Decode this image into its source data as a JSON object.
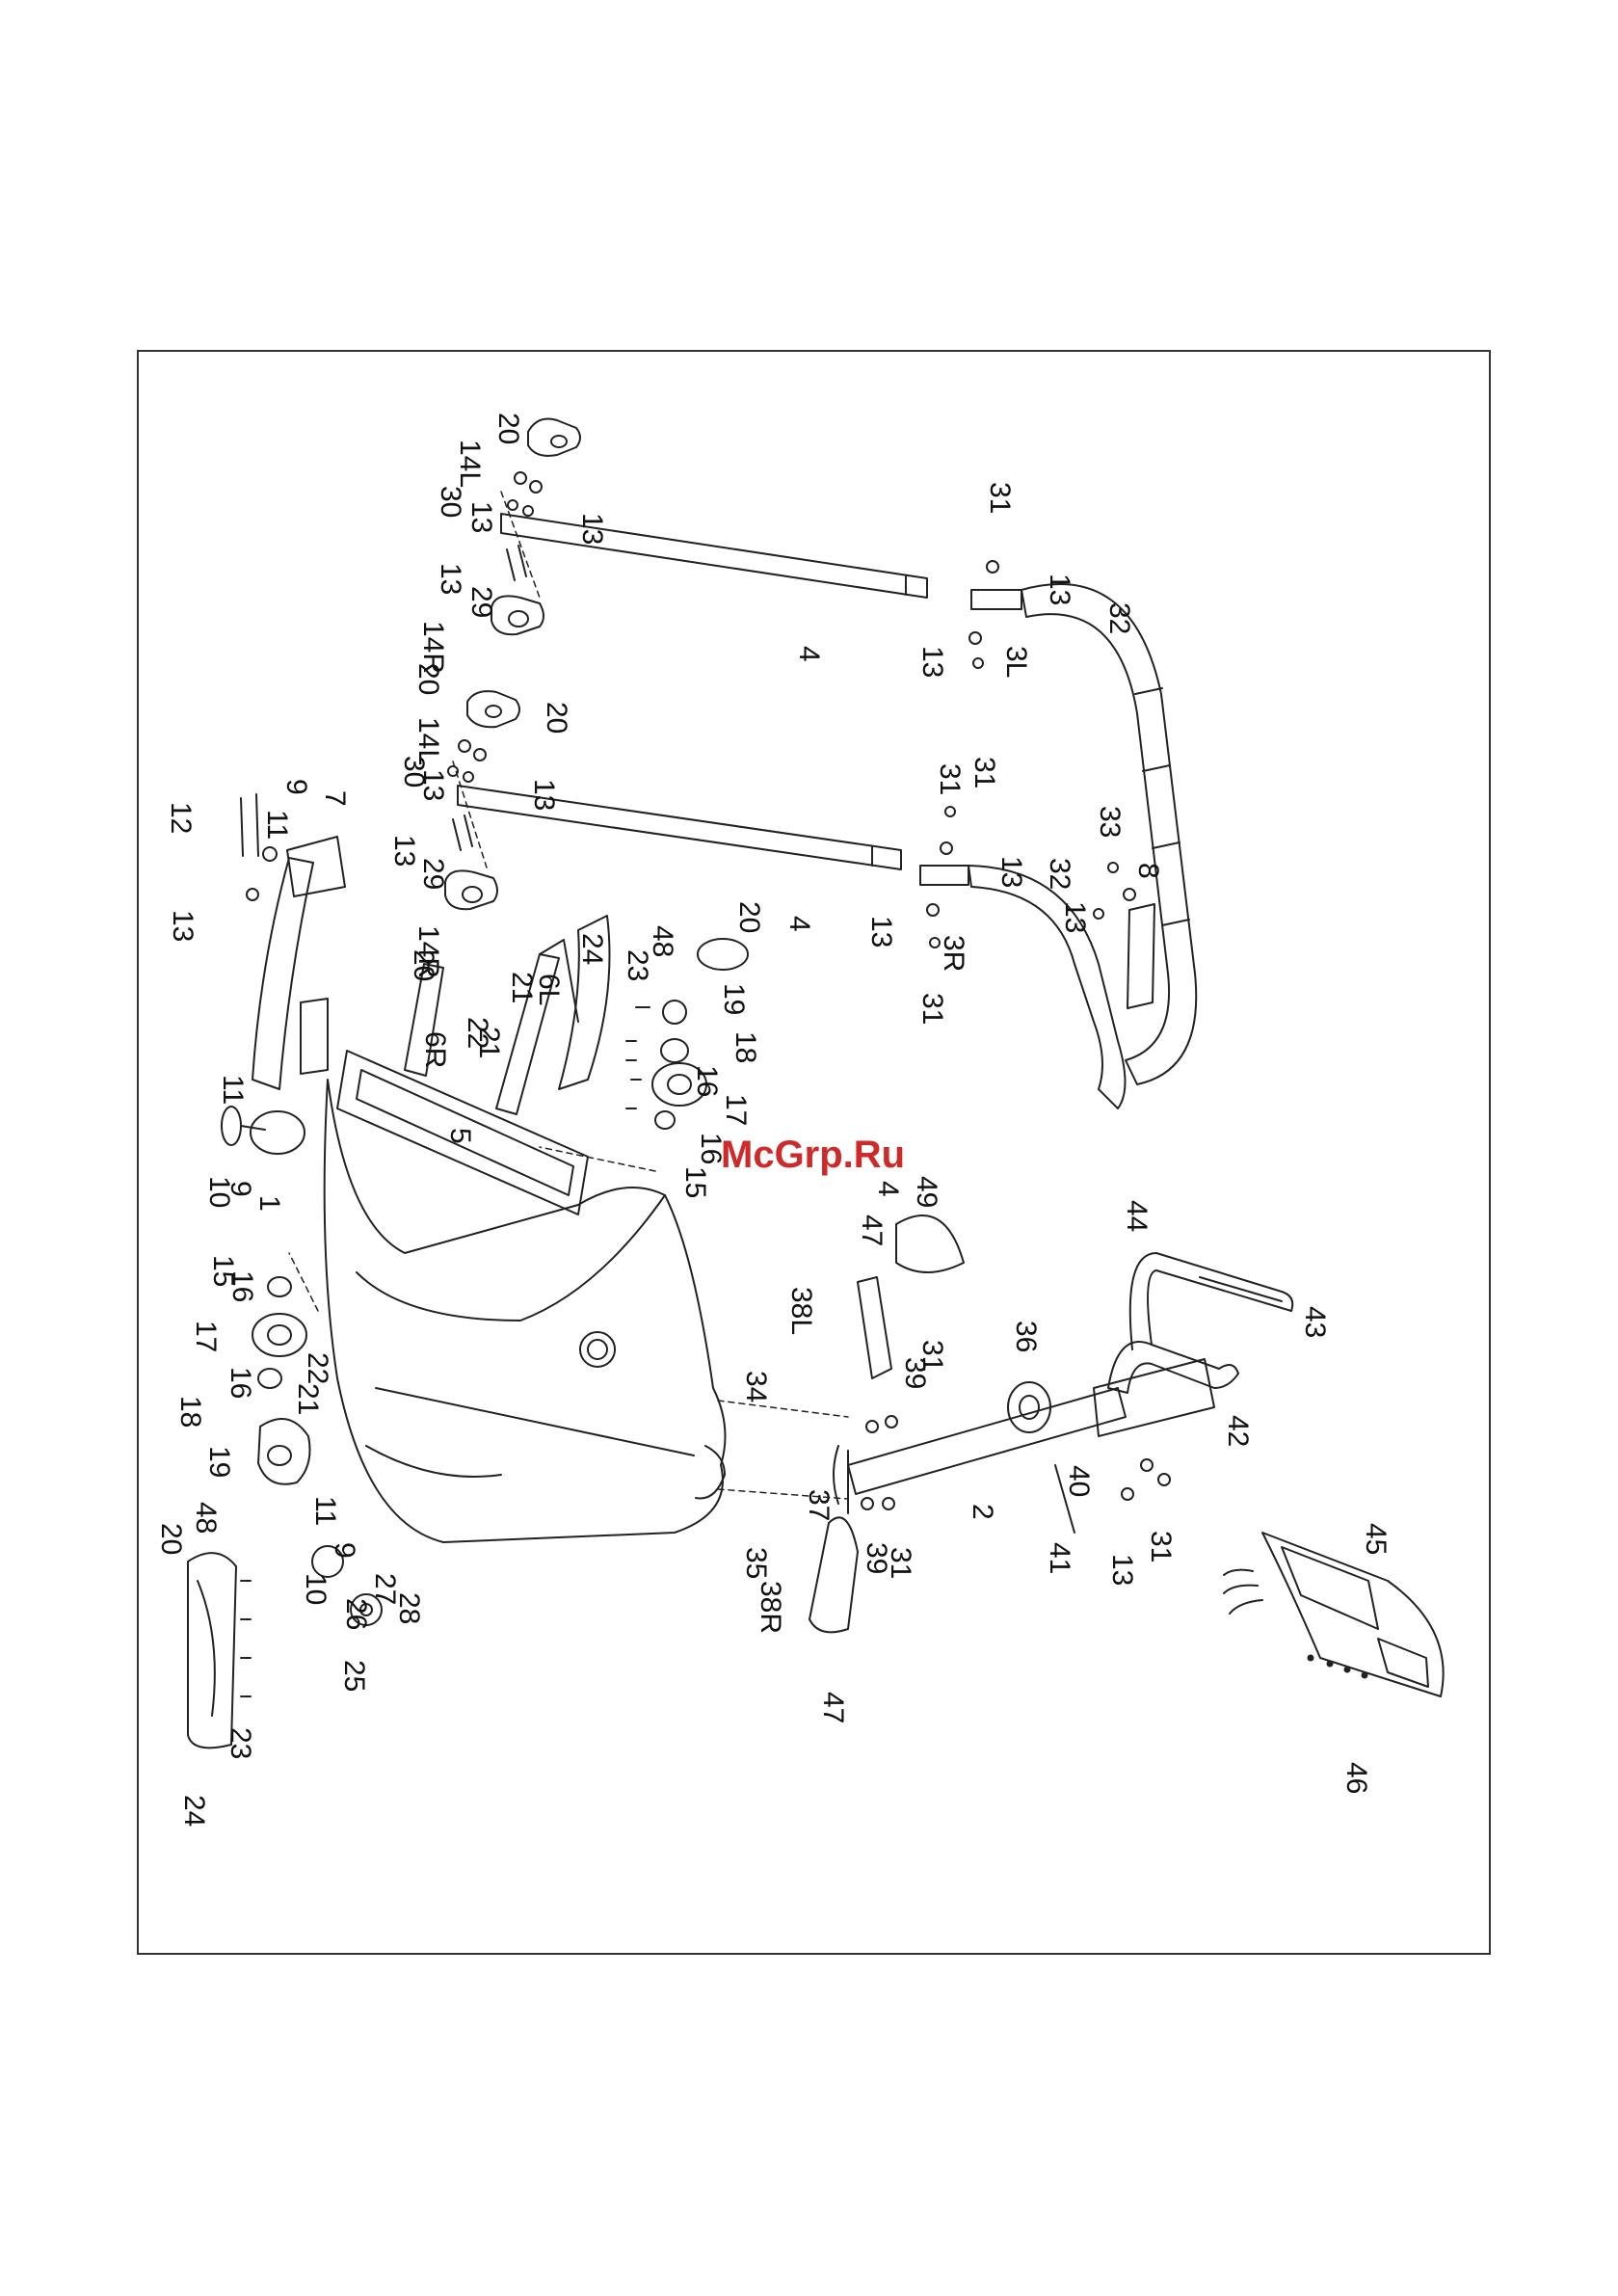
{
  "watermark": "McGrp.Ru",
  "part_labels": [
    "20",
    "14L",
    "30",
    "13",
    "13",
    "13",
    "29",
    "14R",
    "20",
    "4",
    "31",
    "13",
    "32",
    "13",
    "3L",
    "31",
    "20",
    "14L",
    "30",
    "13",
    "13",
    "13",
    "29",
    "14R",
    "20",
    "4",
    "12",
    "9",
    "11",
    "7",
    "13",
    "31",
    "13",
    "32",
    "33",
    "8",
    "13",
    "13",
    "3R",
    "31",
    "20",
    "48",
    "23",
    "19",
    "18",
    "16",
    "17",
    "16",
    "15",
    "21",
    "6L",
    "24",
    "22",
    "21",
    "6R",
    "5",
    "11",
    "10",
    "9",
    "1",
    "4",
    "49",
    "47",
    "38L",
    "44",
    "43",
    "36",
    "31",
    "39",
    "34",
    "42",
    "40",
    "2",
    "41",
    "13",
    "31",
    "37",
    "35",
    "39",
    "31",
    "38R",
    "47",
    "15",
    "16",
    "17",
    "16",
    "22",
    "21",
    "18",
    "19",
    "48",
    "20",
    "11",
    "9",
    "10",
    "27",
    "26",
    "28",
    "25",
    "23",
    "24",
    "45",
    "46"
  ],
  "colors": {
    "line": "#222222",
    "frame": "#333333",
    "watermark": "#cf2a2a"
  }
}
